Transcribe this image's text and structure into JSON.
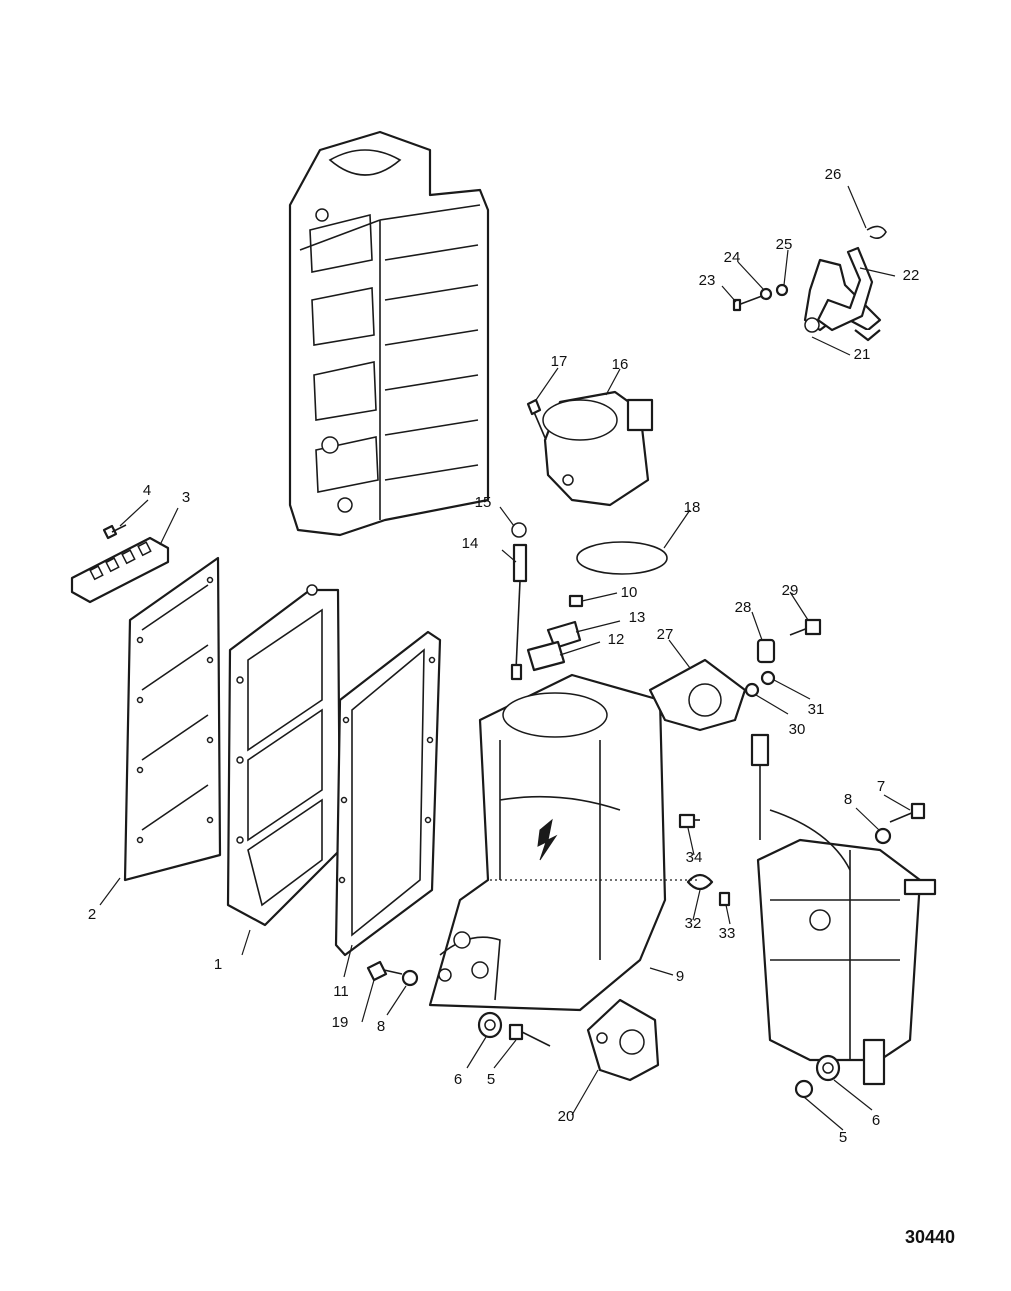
{
  "figure_number": "30440",
  "callouts": {
    "c1": "1",
    "c2": "2",
    "c3": "3",
    "c4": "4",
    "c5a": "5",
    "c5b": "5",
    "c6a": "6",
    "c6b": "6",
    "c7": "7",
    "c8a": "8",
    "c8b": "8",
    "c9": "9",
    "c10": "10",
    "c11": "11",
    "c12": "12",
    "c13": "13",
    "c14": "14",
    "c15": "15",
    "c16": "16",
    "c17": "17",
    "c18": "18",
    "c19": "19",
    "c20": "20",
    "c21": "21",
    "c22": "22",
    "c23": "23",
    "c24": "24",
    "c25": "25",
    "c26": "26",
    "c27": "27",
    "c28": "28",
    "c29": "29",
    "c30": "30",
    "c31": "31",
    "c32": "32",
    "c33": "33",
    "c34": "34"
  }
}
